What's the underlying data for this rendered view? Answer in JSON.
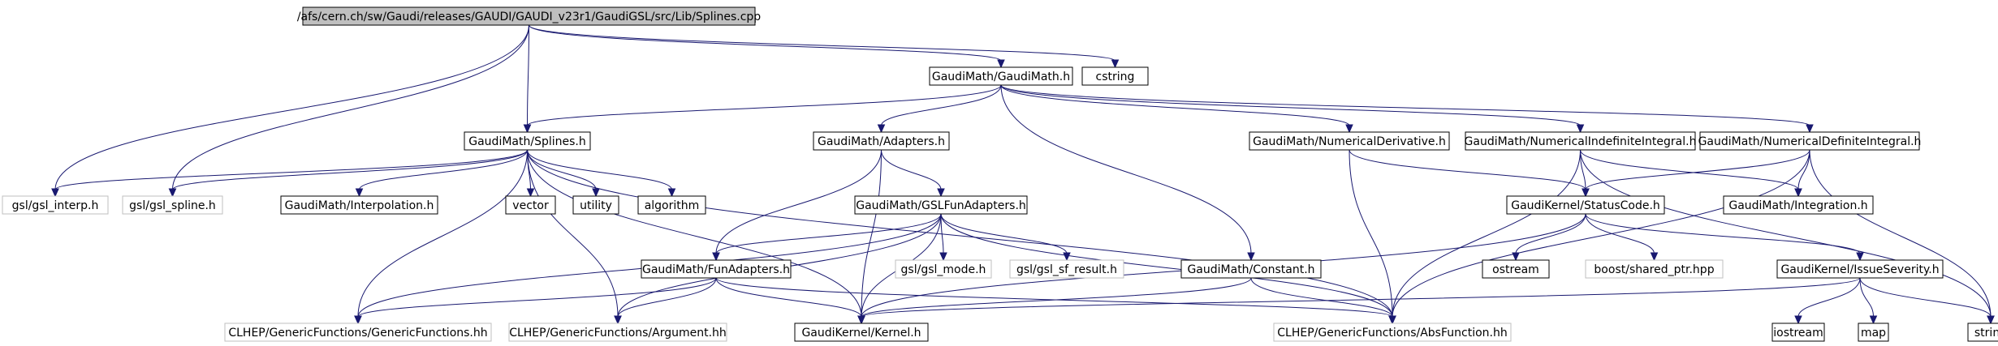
{
  "nodes": [
    {
      "id": "splines_cpp",
      "label": "/afs/cern.ch/sw/Gaudi/releases/GAUDI/GAUDI_v23r1/GaudiGSL/src/Lib/Splines.cpp",
      "kind": "root"
    },
    {
      "id": "gaudimath_h",
      "label": "GaudiMath/GaudiMath.h",
      "kind": "documented"
    },
    {
      "id": "cstring",
      "label": "cstring",
      "kind": "documented"
    },
    {
      "id": "splines_h",
      "label": "GaudiMath/Splines.h",
      "kind": "documented"
    },
    {
      "id": "adapters_h",
      "label": "GaudiMath/Adapters.h",
      "kind": "documented"
    },
    {
      "id": "numderiv_h",
      "label": "GaudiMath/NumericalDerivative.h",
      "kind": "documented"
    },
    {
      "id": "numindef_h",
      "label": "GaudiMath/NumericalIndefiniteIntegral.h",
      "kind": "documented"
    },
    {
      "id": "numdef_h",
      "label": "GaudiMath/NumericalDefiniteIntegral.h",
      "kind": "documented"
    },
    {
      "id": "gsl_interp",
      "label": "gsl/gsl_interp.h",
      "kind": "external"
    },
    {
      "id": "gsl_spline",
      "label": "gsl/gsl_spline.h",
      "kind": "external"
    },
    {
      "id": "interpolation_h",
      "label": "GaudiMath/Interpolation.h",
      "kind": "documented"
    },
    {
      "id": "vector",
      "label": "vector",
      "kind": "documented"
    },
    {
      "id": "utility",
      "label": "utility",
      "kind": "documented"
    },
    {
      "id": "algorithm",
      "label": "algorithm",
      "kind": "documented"
    },
    {
      "id": "gslfunadapters_h",
      "label": "GaudiMath/GSLFunAdapters.h",
      "kind": "documented"
    },
    {
      "id": "statuscode_h",
      "label": "GaudiKernel/StatusCode.h",
      "kind": "documented"
    },
    {
      "id": "integration_h",
      "label": "GaudiMath/Integration.h",
      "kind": "documented"
    },
    {
      "id": "funadapters_h",
      "label": "GaudiMath/FunAdapters.h",
      "kind": "documented"
    },
    {
      "id": "gsl_mode",
      "label": "gsl/gsl_mode.h",
      "kind": "external"
    },
    {
      "id": "gsl_sf_result",
      "label": "gsl/gsl_sf_result.h",
      "kind": "external"
    },
    {
      "id": "constant_h",
      "label": "GaudiMath/Constant.h",
      "kind": "documented"
    },
    {
      "id": "ostream",
      "label": "ostream",
      "kind": "documented"
    },
    {
      "id": "shared_ptr",
      "label": "boost/shared_ptr.hpp",
      "kind": "external"
    },
    {
      "id": "issueseverity_h",
      "label": "GaudiKernel/IssueSeverity.h",
      "kind": "documented"
    },
    {
      "id": "genericfunctions_hh",
      "label": "CLHEP/GenericFunctions/GenericFunctions.hh",
      "kind": "external"
    },
    {
      "id": "argument_hh",
      "label": "CLHEP/GenericFunctions/Argument.hh",
      "kind": "external"
    },
    {
      "id": "kernel_h",
      "label": "GaudiKernel/Kernel.h",
      "kind": "documented"
    },
    {
      "id": "absfunction_hh",
      "label": "CLHEP/GenericFunctions/AbsFunction.hh",
      "kind": "external"
    },
    {
      "id": "iostream",
      "label": "iostream",
      "kind": "documented"
    },
    {
      "id": "map",
      "label": "map",
      "kind": "documented"
    },
    {
      "id": "string",
      "label": "string",
      "kind": "documented"
    }
  ],
  "edges": [
    [
      "splines_cpp",
      "gaudimath_h"
    ],
    [
      "splines_cpp",
      "cstring"
    ],
    [
      "splines_cpp",
      "splines_h"
    ],
    [
      "splines_cpp",
      "gsl_interp"
    ],
    [
      "splines_cpp",
      "gsl_spline"
    ],
    [
      "gaudimath_h",
      "splines_h"
    ],
    [
      "gaudimath_h",
      "adapters_h"
    ],
    [
      "gaudimath_h",
      "numderiv_h"
    ],
    [
      "gaudimath_h",
      "numindef_h"
    ],
    [
      "gaudimath_h",
      "numdef_h"
    ],
    [
      "gaudimath_h",
      "constant_h"
    ],
    [
      "splines_h",
      "gsl_interp"
    ],
    [
      "splines_h",
      "gsl_spline"
    ],
    [
      "splines_h",
      "interpolation_h"
    ],
    [
      "splines_h",
      "vector"
    ],
    [
      "splines_h",
      "utility"
    ],
    [
      "splines_h",
      "algorithm"
    ],
    [
      "splines_h",
      "genericfunctions_hh"
    ],
    [
      "splines_h",
      "argument_hh"
    ],
    [
      "splines_h",
      "kernel_h"
    ],
    [
      "splines_h",
      "absfunction_hh"
    ],
    [
      "adapters_h",
      "gslfunadapters_h"
    ],
    [
      "adapters_h",
      "funadapters_h"
    ],
    [
      "adapters_h",
      "kernel_h"
    ],
    [
      "gslfunadapters_h",
      "funadapters_h"
    ],
    [
      "gslfunadapters_h",
      "gsl_mode"
    ],
    [
      "gslfunadapters_h",
      "gsl_sf_result"
    ],
    [
      "gslfunadapters_h",
      "genericfunctions_hh"
    ],
    [
      "gslfunadapters_h",
      "argument_hh"
    ],
    [
      "gslfunadapters_h",
      "kernel_h"
    ],
    [
      "gslfunadapters_h",
      "absfunction_hh"
    ],
    [
      "funadapters_h",
      "genericfunctions_hh"
    ],
    [
      "funadapters_h",
      "argument_hh"
    ],
    [
      "funadapters_h",
      "kernel_h"
    ],
    [
      "funadapters_h",
      "absfunction_hh"
    ],
    [
      "numderiv_h",
      "statuscode_h"
    ],
    [
      "numderiv_h",
      "absfunction_hh"
    ],
    [
      "numindef_h",
      "statuscode_h"
    ],
    [
      "numindef_h",
      "integration_h"
    ],
    [
      "numindef_h",
      "absfunction_hh"
    ],
    [
      "numindef_h",
      "string"
    ],
    [
      "numdef_h",
      "statuscode_h"
    ],
    [
      "numdef_h",
      "integration_h"
    ],
    [
      "numdef_h",
      "absfunction_hh"
    ],
    [
      "numdef_h",
      "string"
    ],
    [
      "statuscode_h",
      "ostream"
    ],
    [
      "statuscode_h",
      "shared_ptr"
    ],
    [
      "statuscode_h",
      "issueseverity_h"
    ],
    [
      "statuscode_h",
      "kernel_h"
    ],
    [
      "issueseverity_h",
      "iostream"
    ],
    [
      "issueseverity_h",
      "map"
    ],
    [
      "issueseverity_h",
      "string"
    ],
    [
      "issueseverity_h",
      "kernel_h"
    ],
    [
      "constant_h",
      "kernel_h"
    ],
    [
      "constant_h",
      "absfunction_hh"
    ]
  ],
  "colors": {
    "edge": "#191970",
    "root_fill": "#bfbfbf",
    "documented_border": "#000000",
    "external_border": "#bfbfbf",
    "external_text": "#000000"
  }
}
